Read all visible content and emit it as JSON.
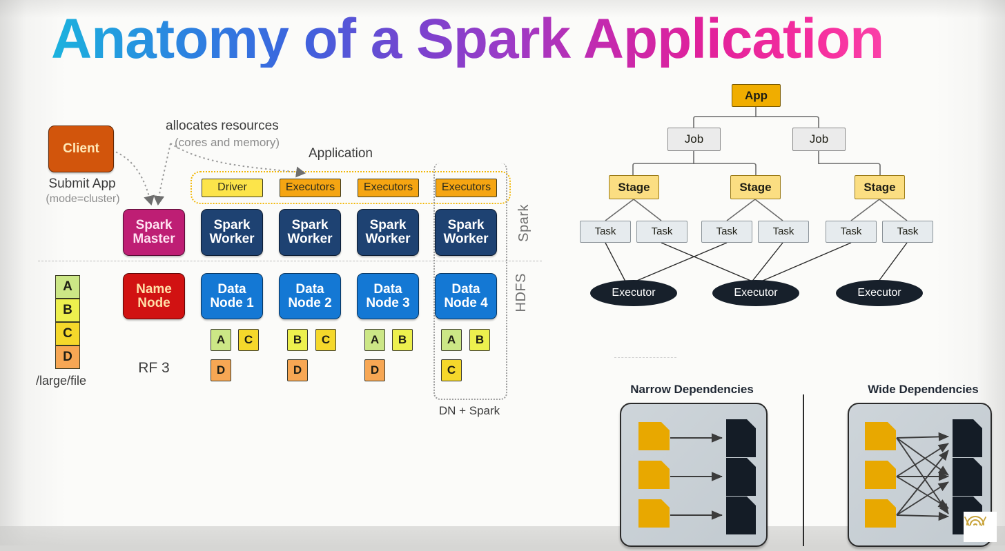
{
  "slide": {
    "title": "Anatomy of a Spark Application"
  },
  "cluster": {
    "client": {
      "label": "Client",
      "caption": "Submit App",
      "subcaption": "(mode=cluster)"
    },
    "allocates": {
      "line1": "allocates resources",
      "line2": "(cores and memory)"
    },
    "application_label": "Application",
    "app_row": [
      {
        "label": "Driver",
        "kind": "driver"
      },
      {
        "label": "Executors",
        "kind": "executors"
      },
      {
        "label": "Executors",
        "kind": "executors"
      },
      {
        "label": "Executors",
        "kind": "executors"
      }
    ],
    "spark_row": [
      {
        "line1": "Spark",
        "line2": "Master",
        "kind": "master"
      },
      {
        "line1": "Spark",
        "line2": "Worker",
        "kind": "worker"
      },
      {
        "line1": "Spark",
        "line2": "Worker",
        "kind": "worker"
      },
      {
        "line1": "Spark",
        "line2": "Worker",
        "kind": "worker"
      },
      {
        "line1": "Spark",
        "line2": "Worker",
        "kind": "worker"
      }
    ],
    "hdfs_row": [
      {
        "line1": "Name",
        "line2": "Node",
        "kind": "namenode"
      },
      {
        "line1": "Data",
        "line2": "Node 1",
        "kind": "datanode"
      },
      {
        "line1": "Data",
        "line2": "Node 2",
        "kind": "datanode"
      },
      {
        "line1": "Data",
        "line2": "Node 3",
        "kind": "datanode"
      },
      {
        "line1": "Data",
        "line2": "Node 4",
        "kind": "datanode"
      }
    ],
    "file": {
      "path_label": "/large/file",
      "blocks": [
        "A",
        "B",
        "C",
        "D"
      ]
    },
    "replication_label": "RF 3",
    "datanode_blocks": [
      {
        "row1": [
          "A",
          "C"
        ],
        "row2": [
          "D"
        ]
      },
      {
        "row1": [
          "B",
          "C"
        ],
        "row2": [
          "D"
        ]
      },
      {
        "row1": [
          "A",
          "B"
        ],
        "row2": [
          "D"
        ]
      },
      {
        "row1": [
          "A",
          "B"
        ],
        "row2": [
          "C"
        ]
      }
    ],
    "side_labels": {
      "spark": "Spark",
      "hdfs": "HDFS"
    },
    "dn_spark_label": "DN + Spark"
  },
  "dag": {
    "app": "App",
    "jobs": [
      "Job",
      "Job"
    ],
    "stages": [
      "Stage",
      "Stage",
      "Stage"
    ],
    "tasks": [
      "Task",
      "Task",
      "Task",
      "Task",
      "Task",
      "Task"
    ],
    "executors": [
      "Executor",
      "Executor",
      "Executor"
    ]
  },
  "dependencies": {
    "narrow": {
      "title": "Narrow Dependencies",
      "sources": 3,
      "targets": 3
    },
    "wide": {
      "title": "Wide Dependencies",
      "sources": 3,
      "targets": 3
    }
  },
  "colors": {
    "client": "#D2550C",
    "master": "#BE1E74",
    "worker": "#1E4272",
    "namenode": "#D11212",
    "datanode": "#1478D4",
    "driver": "#FCE44A",
    "executors": "#F5A512",
    "app": "#F0AD00",
    "job": "#EBEBEB",
    "stage": "#FBDE82",
    "task": "#E6EBEE",
    "executor_oval": "#17202B",
    "block_a": "#CCE786",
    "block_b": "#EDF04E",
    "block_c": "#F5D82B",
    "block_d": "#F7A754",
    "dep_source": "#E8A800",
    "dep_target": "#141C26",
    "app_frame": "#F2B705"
  }
}
